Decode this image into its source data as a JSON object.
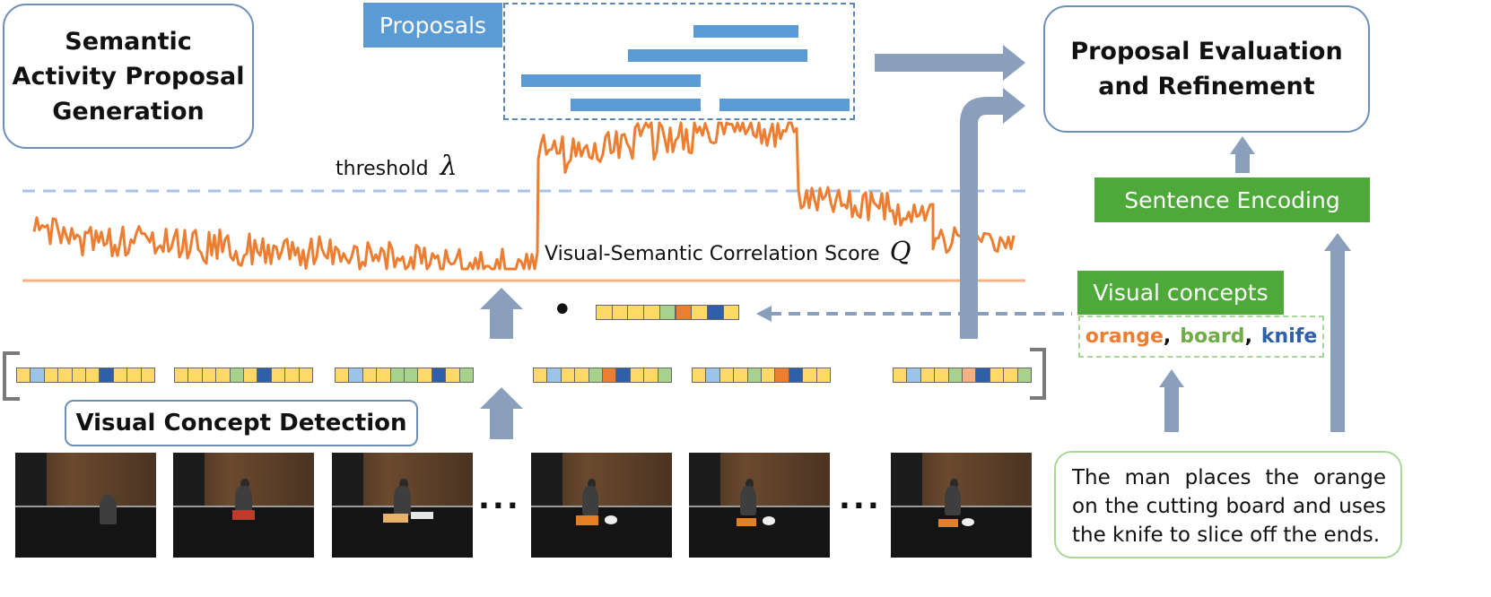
{
  "colors": {
    "box_border": "#6e8fb7",
    "arrow": "#8a9fbb",
    "proposal_blue": "#5b9bd5",
    "score_orange": "#ed7d31",
    "threshold_line": "#a9c2e6",
    "tag_green": "#4ea83a",
    "concept_orange": "#ed7d31",
    "concept_green": "#70ad47",
    "concept_blue": "#2e5fa8",
    "cell_yellow": "#ffd966",
    "cell_lightblue": "#9dc3e6",
    "cell_green": "#a9d18e",
    "cell_orange": "#ed7d31",
    "cell_darkblue": "#2e5fa8",
    "cell_pink": "#f4b183",
    "cell_midgreen": "#70ad47"
  },
  "boxes": {
    "semantic_activity": "Semantic\nActivity Proposal\nGeneration",
    "proposal_evaluation": "Proposal Evaluation\nand Refinement",
    "visual_concept_detection": "Visual Concept Detection"
  },
  "tags": {
    "proposals": "Proposals",
    "sentence_encoding": "Sentence Encoding",
    "visual_concepts": "Visual concepts"
  },
  "labels": {
    "threshold": "threshold",
    "lambda": "λ",
    "correlation_score": "Visual-Semantic Correlation Score",
    "q": "Q",
    "ellipsis": "...",
    "dot": "•"
  },
  "concepts": {
    "orange": "orange",
    "board": "board",
    "knife": "knife",
    "comma": ","
  },
  "sentence": {
    "line1": "The man places the orange",
    "line2": "on the cutting board and uses",
    "line3": "the knife to slice off the ends."
  },
  "concept_vectors": {
    "query": [
      "Y",
      "Y",
      "Y",
      "Y",
      "G",
      "O",
      "Y",
      "D",
      "Y"
    ],
    "frames": [
      [
        "Y",
        "L",
        "Y",
        "Y",
        "Y",
        "Y",
        "D",
        "Y",
        "Y",
        "Y"
      ],
      [
        "Y",
        "Y",
        "Y",
        "Y",
        "G",
        "Y",
        "D",
        "Y",
        "Y",
        "Y"
      ],
      [
        "Y",
        "L",
        "Y",
        "Y",
        "G",
        "G",
        "Y",
        "D",
        "Y",
        "G"
      ],
      [
        "Y",
        "L",
        "Y",
        "Y",
        "G",
        "O",
        "D",
        "Y",
        "Y",
        "G"
      ],
      [
        "Y",
        "L",
        "Y",
        "Y",
        "G",
        "Y",
        "O",
        "D",
        "Y",
        "Y"
      ],
      [
        "Y",
        "L",
        "Y",
        "Y",
        "G",
        "P",
        "D",
        "Y",
        "Y",
        "G"
      ]
    ]
  }
}
